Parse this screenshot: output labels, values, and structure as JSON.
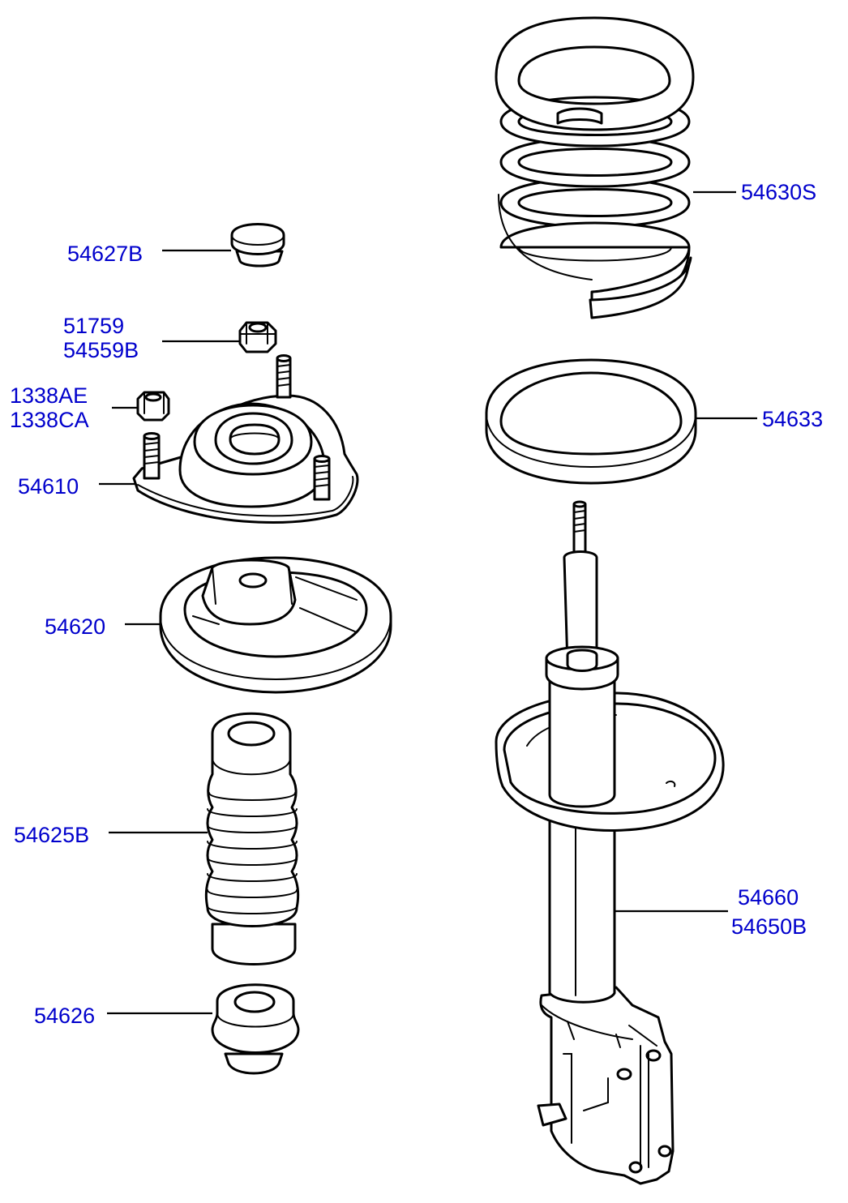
{
  "labels": {
    "coil_spring": "54630S",
    "spring_pad": "54633",
    "dust_cap": "54627B",
    "nut_a": "51759",
    "nut_b": "54559B",
    "flange_nut_a": "1338AE",
    "flange_nut_b": "1338CA",
    "strut_mount": "54610",
    "spring_seat": "54620",
    "dust_cover": "54625B",
    "bumper_stopper": "54626",
    "strut_a": "54660",
    "strut_b": "54650B"
  },
  "colors": {
    "label": "#0000cc",
    "line": "#000000",
    "background": "#ffffff"
  }
}
